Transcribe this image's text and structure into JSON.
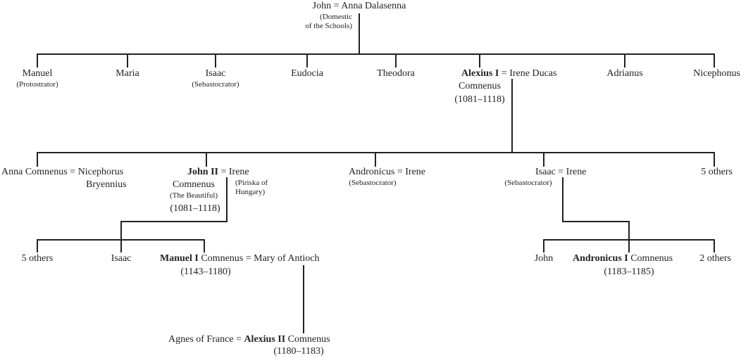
{
  "root": {
    "john": "John",
    "eq": "=",
    "anna": "Anna Dalasenna",
    "note1": "(Domestic",
    "note2": "of the Schools)"
  },
  "gen1": {
    "manuel": "Manuel",
    "manuel_note": "(Protostrator)",
    "maria": "Maria",
    "isaac": "Isaac",
    "isaac_note": "(Sebastocrator)",
    "eudocia": "Eudocia",
    "theodora": "Theodora",
    "alexius": "Alexius I",
    "eq": "=",
    "irene": "Irene Ducas",
    "alexius_surname": "Comnenus",
    "alexius_dates": "(1081–1118)",
    "adrianus": "Adrianus",
    "nicephonus": "Nicephonus"
  },
  "gen2": {
    "anna": "Anna Comnenus",
    "anna_eq": "=",
    "nicephorus": "Nicephorus",
    "bryennius": "Bryennius",
    "john": "John II",
    "john_eq": "=",
    "john_wife": "Irene",
    "john_surname": "Comnenus",
    "john_epithet": "(The Beautiful)",
    "john_dates": "(1081–1118)",
    "wife_note1": "(Piriska of",
    "wife_note2": "Hungary)",
    "andronicus": "Andronicus",
    "andronicus_eq": "=",
    "andronicus_wife": "Irene",
    "andronicus_note": "(Sebastocrator)",
    "isaac": "Isaac",
    "isaac_eq": "=",
    "isaac_wife": "Irene",
    "isaac_note": "(Sebastocrator)",
    "others": "5 others"
  },
  "gen3": {
    "others_left": "5 others",
    "isaac": "Isaac",
    "manuel": "Manuel I",
    "manuel_surname": "Comnenus",
    "manuel_eq": "=",
    "mary": "Mary of Antioch",
    "manuel_dates": "(1143–1180)",
    "john": "John",
    "andronicus": "Andronicus I",
    "andronicus_surname": "Comnenus",
    "andronicus_dates": "(1183–1185)",
    "others_right": "2 others"
  },
  "gen4": {
    "agnes": "Agnes of France",
    "eq": "=",
    "alexius": "Alexius II",
    "alexius_surname": "Comnenus",
    "alexius_dates": "(1180–1183)"
  },
  "colors": {
    "line": "#222222",
    "text": "#222222",
    "background": "#ffffff"
  }
}
